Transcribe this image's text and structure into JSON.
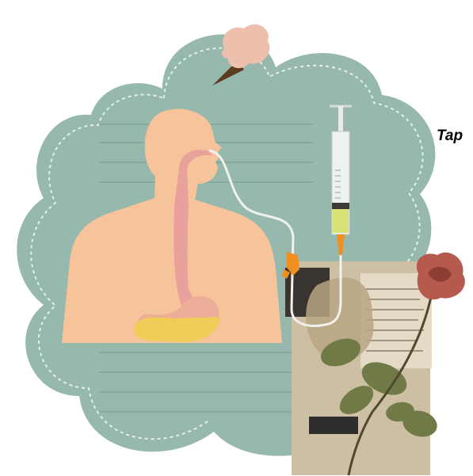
{
  "caption": {
    "text": "Tap"
  },
  "icons": {
    "cloud_frame": "scalloped-cloud-frame",
    "ice_cream": "ice-cream-cone-icon",
    "body": "human-body-silhouette",
    "syringe": "syringe-icon",
    "tube": "feeding-tube",
    "clamp": "tube-clamp-icon",
    "collage": "vintage-paper-collage",
    "rose": "dried-rose-icon"
  },
  "colors": {
    "cloud_fill": "#97b8ac",
    "cloud_stitch": "#e7efe9",
    "skin": "#f6c39b",
    "esophagus": "#e8a19b",
    "stomach": "#ecae98",
    "stomach_content": "#f0cc59",
    "tube": "#f1f1ec",
    "syringe_fluid": "#d9e274",
    "clamp": "#ef8f22",
    "cone": "#5c3b1f",
    "scoop": "#ecc0ac",
    "rose": "#b55a4c",
    "leaves": "#6f7a47"
  }
}
